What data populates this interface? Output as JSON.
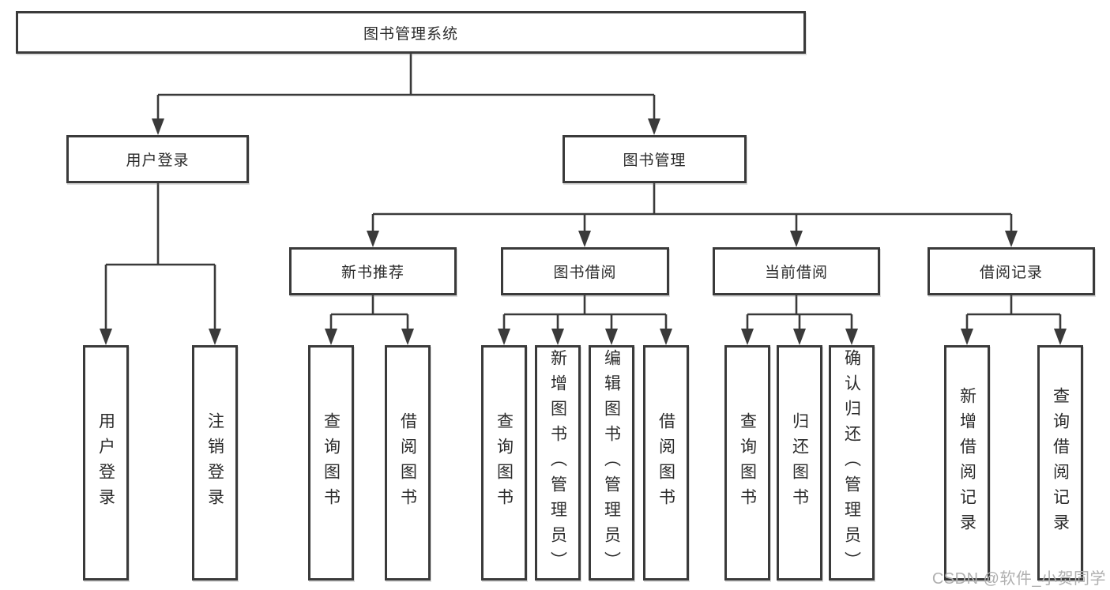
{
  "diagram": {
    "tree": {
      "label": "图书管理系统",
      "children": [
        {
          "label": "用户登录",
          "children": [
            {
              "label": "用户登录"
            },
            {
              "label": "注销登录"
            }
          ]
        },
        {
          "label": "图书管理",
          "children": [
            {
              "label": "新书推荐",
              "children": [
                {
                  "label": "查询图书"
                },
                {
                  "label": "借阅图书"
                }
              ]
            },
            {
              "label": "图书借阅",
              "children": [
                {
                  "label": "查询图书"
                },
                {
                  "label": "新增图书（管理员）"
                },
                {
                  "label": "编辑图书（管理员）"
                },
                {
                  "label": "借阅图书"
                }
              ]
            },
            {
              "label": "当前借阅",
              "children": [
                {
                  "label": "查询图书"
                },
                {
                  "label": "归还图书"
                },
                {
                  "label": "确认归还（管理员）"
                }
              ]
            },
            {
              "label": "借阅记录",
              "children": [
                {
                  "label": "新增借阅记录"
                },
                {
                  "label": "查询借阅记录"
                }
              ]
            }
          ]
        }
      ]
    },
    "colors": {
      "line": "#3a3a3a",
      "text": "#2b2b2b",
      "watermark": "#b0b0b0"
    }
  },
  "watermark": "CSDN @软件_小贺同学"
}
